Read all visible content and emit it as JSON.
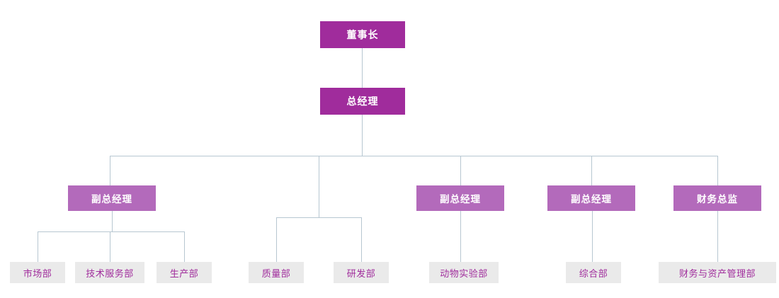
{
  "chart_type": "org-chart",
  "colors": {
    "level1_bg": "#a02c9c",
    "level1_text": "#ffffff",
    "level2_bg": "#b36abb",
    "level2_text": "#ffffff",
    "level3_bg": "#eaeaea",
    "level3_text": "#a02c9c",
    "line_color": "#b7c7d1"
  },
  "nodes": {
    "chairman": {
      "label": "董事长",
      "level": 1
    },
    "general_manager": {
      "label": "总经理",
      "level": 2,
      "reports_to": "chairman"
    },
    "deputy_gm_1": {
      "label": "副总经理",
      "level": 3,
      "reports_to": "general_manager"
    },
    "deputy_gm_2": {
      "label": "副总经理",
      "level": 3,
      "reports_to": "general_manager"
    },
    "deputy_gm_3": {
      "label": "副总经理",
      "level": 3,
      "reports_to": "general_manager"
    },
    "finance_director": {
      "label": "财务总监",
      "level": 3,
      "reports_to": "general_manager"
    },
    "marketing_dept": {
      "label": "市场部",
      "level": 4,
      "reports_to": "deputy_gm_1"
    },
    "tech_service_dept": {
      "label": "技术服务部",
      "level": 4,
      "reports_to": "deputy_gm_1"
    },
    "production_dept": {
      "label": "生产部",
      "level": 4,
      "reports_to": "deputy_gm_1"
    },
    "quality_dept": {
      "label": "质量部",
      "level": 4,
      "reports_to": "general_manager"
    },
    "rd_dept": {
      "label": "研发部",
      "level": 4,
      "reports_to": "general_manager"
    },
    "animal_lab_dept": {
      "label": "动物实验部",
      "level": 4,
      "reports_to": "deputy_gm_2"
    },
    "general_affairs_dept": {
      "label": "综合部",
      "level": 4,
      "reports_to": "deputy_gm_3"
    },
    "finance_asset_dept": {
      "label": "财务与资产管理部",
      "level": 4,
      "reports_to": "finance_director"
    }
  }
}
